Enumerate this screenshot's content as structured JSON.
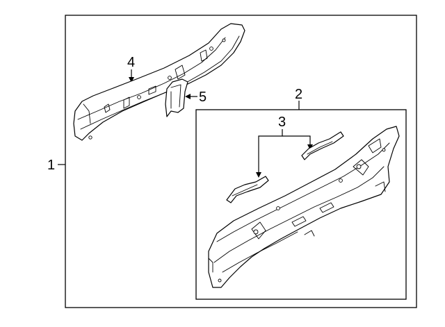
{
  "diagram": {
    "callouts": [
      {
        "id": "1",
        "label": "1"
      },
      {
        "id": "2",
        "label": "2"
      },
      {
        "id": "3",
        "label": "3"
      },
      {
        "id": "4",
        "label": "4"
      },
      {
        "id": "5",
        "label": "5"
      }
    ],
    "parts": [
      {
        "callout": "1",
        "icon": "rear-floor-side-rail-assembly"
      },
      {
        "callout": "2",
        "icon": "rear-side-member-panel"
      },
      {
        "callout": "3",
        "icon": "reinforcement-brackets"
      },
      {
        "callout": "4",
        "icon": "upper-side-rail"
      },
      {
        "callout": "5",
        "icon": "support-bracket"
      }
    ],
    "colors": {
      "line": "#000000",
      "background": "#ffffff"
    }
  }
}
